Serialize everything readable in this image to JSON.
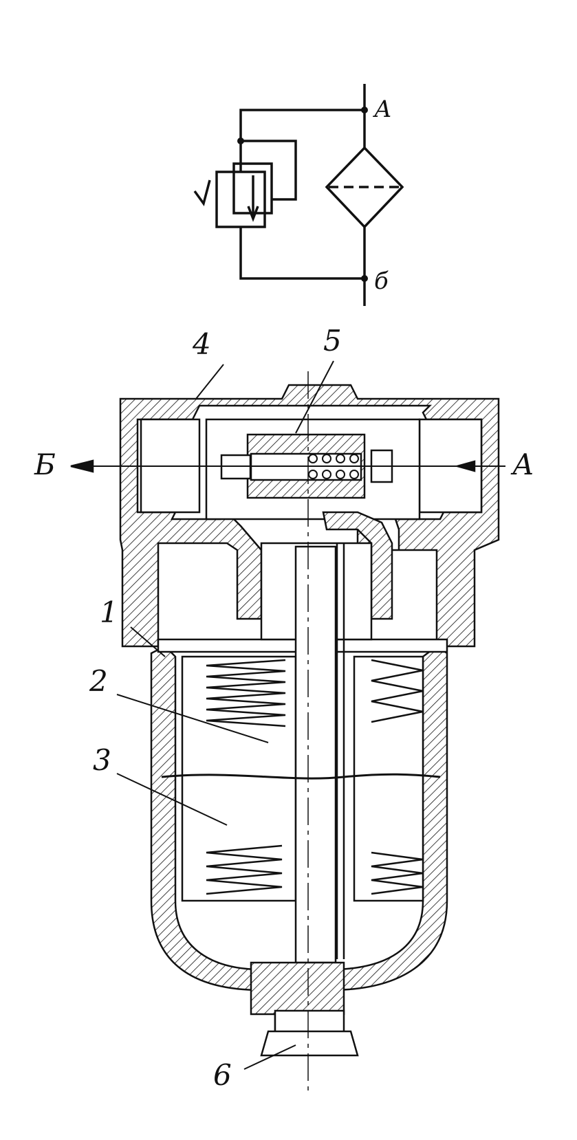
{
  "schematic": {
    "port_top": "А",
    "port_bottom": "б"
  },
  "section": {
    "outlet_label": "Б",
    "inlet_label": "А",
    "callouts": [
      "1",
      "2",
      "3",
      "4",
      "5",
      "6"
    ]
  },
  "colors": {
    "ink": "#111111",
    "background": "#ffffff"
  }
}
